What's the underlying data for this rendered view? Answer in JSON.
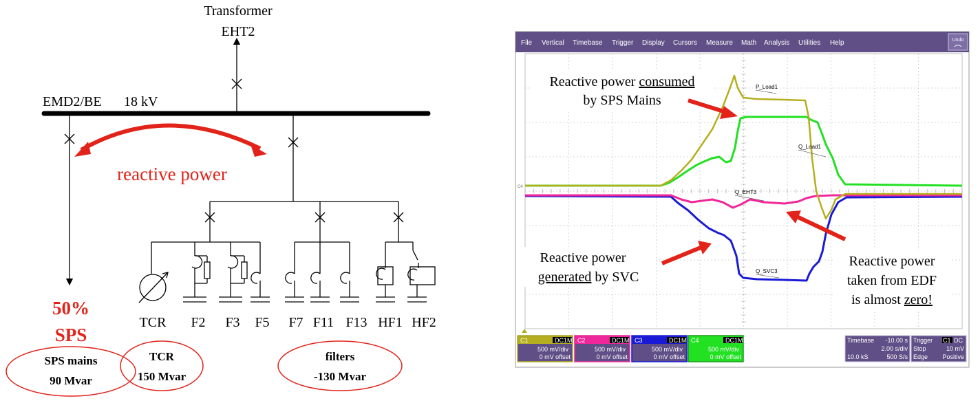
{
  "schematic": {
    "transformer_title": "Transformer",
    "transformer_name": "EHT2",
    "bus_name": "EMD2/BE",
    "bus_voltage": "18 kV",
    "reactive_power_label": "reactive power",
    "percent_label": "50%",
    "sps_label": "SPS",
    "branches": [
      "TCR",
      "F2",
      "F3",
      "F5",
      "F7",
      "F11",
      "F13",
      "HF1",
      "HF2"
    ],
    "ellipses": {
      "sps_mains": {
        "line1": "SPS mains",
        "line2": "90 Mvar"
      },
      "tcr": {
        "line1": "TCR",
        "line2": "150 Mvar"
      },
      "filters": {
        "line1": "filters",
        "line2": "-130 Mvar"
      }
    },
    "colors": {
      "red": "#e2231a"
    }
  },
  "scope": {
    "menu": [
      "File",
      "Vertical",
      "Timebase",
      "Trigger",
      "Display",
      "Cursors",
      "Measure",
      "Math",
      "Analysis",
      "Utilities",
      "Help"
    ],
    "undo_label": "Undo",
    "trace_labels": {
      "p_load": "P_Load1",
      "q_load": "Q_Load1",
      "q_eht": "Q_EHT3",
      "q_svc": "Q_SVC3"
    },
    "annotations": {
      "consumed_prefix": "Reactive power ",
      "consumed_word": "consumed",
      "consumed_line2": "by SPS Mains",
      "generated_line1": "Reactive power",
      "generated_word": "generated",
      "generated_suffix": " by SVC",
      "edf_line1": "Reactive power",
      "edf_line2": "taken from EDF",
      "edf_prefix": "is almost ",
      "edf_word": "zero!"
    },
    "channels": [
      {
        "name": "C1",
        "coupling": "DC1M",
        "scale": "500 mV/div",
        "offset": "0 mV offset",
        "color": "#b5ae1e"
      },
      {
        "name": "C2",
        "coupling": "DC1M",
        "scale": "500 mV/div",
        "offset": "0 mV offset",
        "color": "#f0279a"
      },
      {
        "name": "C3",
        "coupling": "DC1M",
        "scale": "500 mV/div",
        "offset": "0 mV offset",
        "color": "#1a1ad6"
      },
      {
        "name": "C4",
        "coupling": "DC1M",
        "scale": "500 mV/div",
        "offset": "0 mV offset",
        "color": "#22e022"
      }
    ],
    "timebase": {
      "label": "Timebase",
      "value": "-10.00 s",
      "per_div": "2.00 s/div",
      "samples": "10.0 kS",
      "rate": "500 S/s"
    },
    "trigger": {
      "label": "Trigger",
      "channel": "C1",
      "coupling": "DC",
      "mode": "Stop",
      "level": "10 mV",
      "type": "Edge",
      "slope": "Positive"
    }
  }
}
